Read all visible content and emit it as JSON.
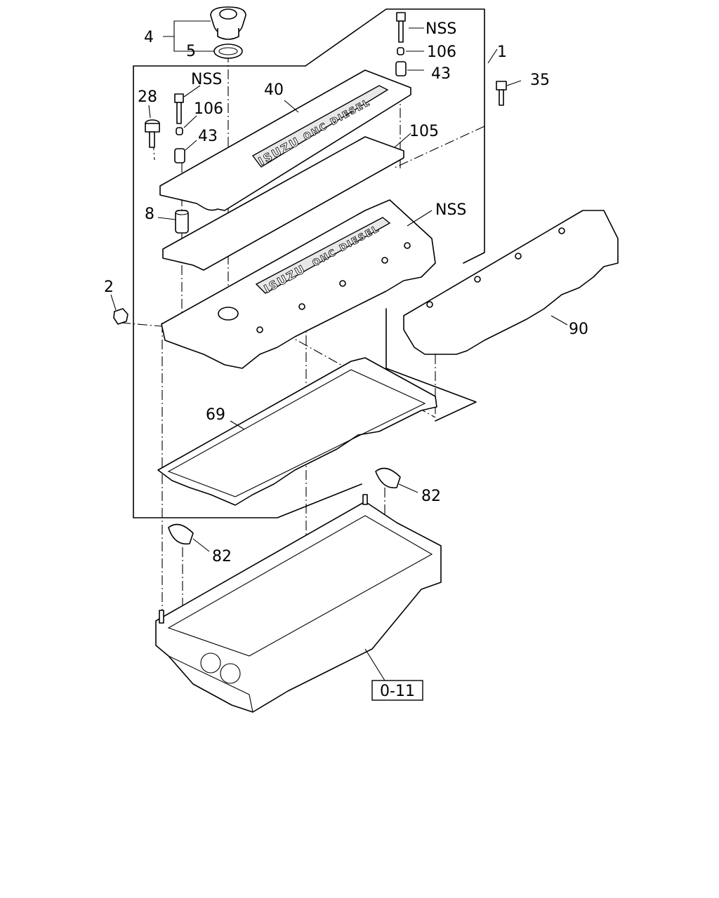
{
  "callouts": {
    "c4": "4",
    "c5": "5",
    "nss_top": "NSS",
    "c106_top": "106",
    "c43_top": "43",
    "c1": "1",
    "c35": "35",
    "nss_left": "NSS",
    "c40": "40",
    "c28": "28",
    "c106_left": "106",
    "c43_left": "43",
    "c105": "105",
    "c8": "8",
    "nss_mid": "NSS",
    "c2": "2",
    "c90": "90",
    "c69": "69",
    "c82_right": "82",
    "c82_left": "82"
  },
  "reference": {
    "label": "0-11"
  },
  "cover_text": {
    "top_logo": "ISUZU",
    "top_text": "OHC DIESEL",
    "lower_logo": "ISUZU",
    "lower_text": "OHC DIESEL"
  }
}
